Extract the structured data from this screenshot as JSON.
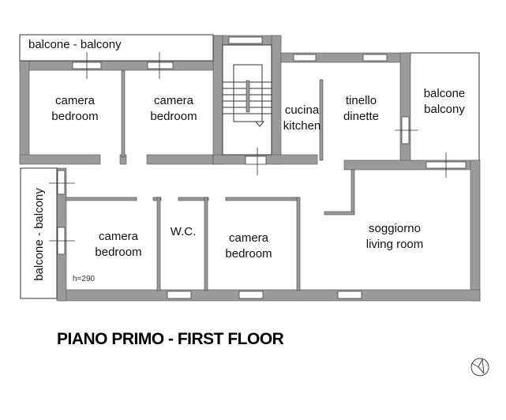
{
  "plan": {
    "title": "PIANO PRIMO - FIRST FLOOR",
    "ceiling_height": "h=290",
    "colors": {
      "wall": "#9a9a9a",
      "line": "#333333",
      "background": "#ffffff"
    },
    "rooms": [
      {
        "id": "balcony-top",
        "line1": "balcone - balcony"
      },
      {
        "id": "bedroom-1",
        "line1": "camera",
        "line2": "bedroom"
      },
      {
        "id": "bedroom-2",
        "line1": "camera",
        "line2": "bedroom"
      },
      {
        "id": "kitchen",
        "line1": "cucina",
        "line2": "kitchen"
      },
      {
        "id": "dinette",
        "line1": "tinello",
        "line2": "dinette"
      },
      {
        "id": "balcony-right",
        "line1": "balcone",
        "line2": "balcony"
      },
      {
        "id": "balcony-left",
        "line1": "balcone - balcony"
      },
      {
        "id": "bedroom-3",
        "line1": "camera",
        "line2": "bedroom"
      },
      {
        "id": "wc",
        "line1": "W.C."
      },
      {
        "id": "bedroom-4",
        "line1": "camera",
        "line2": "bedroom"
      },
      {
        "id": "living-room",
        "line1": "soggiorno",
        "line2": "living room"
      }
    ],
    "north_arrow": "compass-icon"
  }
}
